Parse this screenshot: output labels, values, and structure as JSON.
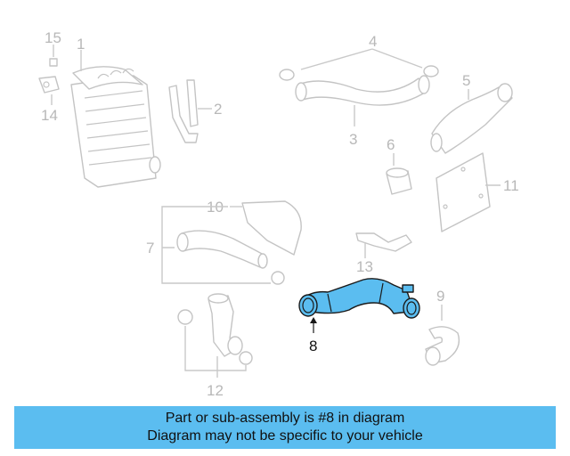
{
  "callouts": {
    "n1": "1",
    "n2": "2",
    "n3": "3",
    "n4": "4",
    "n5": "5",
    "n6": "6",
    "n7": "7",
    "n8": "8",
    "n9": "9",
    "n10": "10",
    "n11": "11",
    "n12": "12",
    "n13": "13",
    "n14": "14",
    "n15": "15"
  },
  "highlighted_part": "8",
  "colors": {
    "highlight": "#5bbdf0",
    "banner": "#5bbdf0",
    "line_art": "#c4c4c4"
  },
  "banner": {
    "line1": "Part or sub-assembly is #8 in diagram",
    "line2": "Diagram may not be specific to your vehicle"
  }
}
